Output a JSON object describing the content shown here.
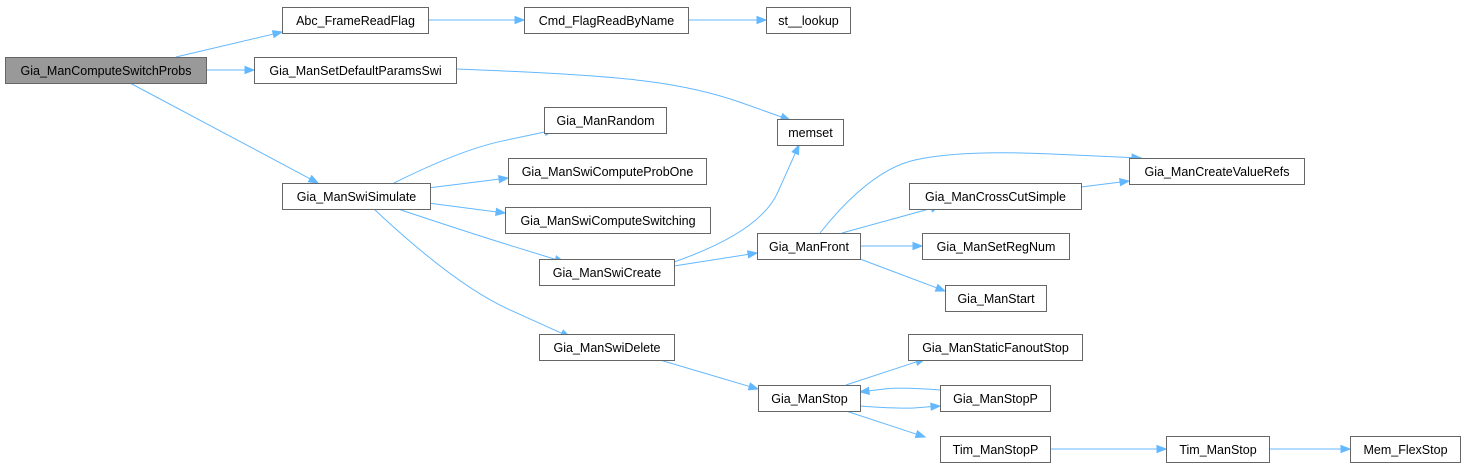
{
  "graph": {
    "root": "Gia_ManComputeSwitchProbs",
    "edge_color": "#63b8ff",
    "root_fill": "#999999",
    "nodes": [
      {
        "id": "Gia_ManComputeSwitchProbs",
        "label": "Gia_ManComputeSwitchProbs"
      },
      {
        "id": "Abc_FrameReadFlag",
        "label": "Abc_FrameReadFlag"
      },
      {
        "id": "Gia_ManSetDefaultParamsSwi",
        "label": "Gia_ManSetDefaultParamsSwi"
      },
      {
        "id": "Gia_ManSwiSimulate",
        "label": "Gia_ManSwiSimulate"
      },
      {
        "id": "Cmd_FlagReadByName",
        "label": "Cmd_FlagReadByName"
      },
      {
        "id": "st__lookup",
        "label": "st__lookup"
      },
      {
        "id": "memset",
        "label": "memset"
      },
      {
        "id": "Gia_ManRandom",
        "label": "Gia_ManRandom"
      },
      {
        "id": "Gia_ManSwiComputeProbOne",
        "label": "Gia_ManSwiComputeProbOne"
      },
      {
        "id": "Gia_ManSwiComputeSwitching",
        "label": "Gia_ManSwiComputeSwitching"
      },
      {
        "id": "Gia_ManSwiCreate",
        "label": "Gia_ManSwiCreate"
      },
      {
        "id": "Gia_ManSwiDelete",
        "label": "Gia_ManSwiDelete"
      },
      {
        "id": "Gia_ManFront",
        "label": "Gia_ManFront"
      },
      {
        "id": "Gia_ManStop",
        "label": "Gia_ManStop"
      },
      {
        "id": "Gia_ManCreateValueRefs",
        "label": "Gia_ManCreateValueRefs"
      },
      {
        "id": "Gia_ManCrossCutSimple",
        "label": "Gia_ManCrossCutSimple"
      },
      {
        "id": "Gia_ManSetRegNum",
        "label": "Gia_ManSetRegNum"
      },
      {
        "id": "Gia_ManStart",
        "label": "Gia_ManStart"
      },
      {
        "id": "Gia_ManStaticFanoutStop",
        "label": "Gia_ManStaticFanoutStop"
      },
      {
        "id": "Gia_ManStopP",
        "label": "Gia_ManStopP"
      },
      {
        "id": "Tim_ManStopP",
        "label": "Tim_ManStopP"
      },
      {
        "id": "Tim_ManStop",
        "label": "Tim_ManStop"
      },
      {
        "id": "Mem_FlexStop",
        "label": "Mem_FlexStop"
      }
    ],
    "edges": [
      {
        "from": "Gia_ManComputeSwitchProbs",
        "to": "Abc_FrameReadFlag"
      },
      {
        "from": "Gia_ManComputeSwitchProbs",
        "to": "Gia_ManSetDefaultParamsSwi"
      },
      {
        "from": "Gia_ManComputeSwitchProbs",
        "to": "Gia_ManSwiSimulate"
      },
      {
        "from": "Abc_FrameReadFlag",
        "to": "Cmd_FlagReadByName"
      },
      {
        "from": "Cmd_FlagReadByName",
        "to": "st__lookup"
      },
      {
        "from": "Gia_ManSetDefaultParamsSwi",
        "to": "memset"
      },
      {
        "from": "Gia_ManSwiSimulate",
        "to": "Gia_ManRandom"
      },
      {
        "from": "Gia_ManSwiSimulate",
        "to": "Gia_ManSwiComputeProbOne"
      },
      {
        "from": "Gia_ManSwiSimulate",
        "to": "Gia_ManSwiComputeSwitching"
      },
      {
        "from": "Gia_ManSwiSimulate",
        "to": "Gia_ManSwiCreate"
      },
      {
        "from": "Gia_ManSwiSimulate",
        "to": "Gia_ManSwiDelete"
      },
      {
        "from": "Gia_ManSwiCreate",
        "to": "memset"
      },
      {
        "from": "Gia_ManSwiCreate",
        "to": "Gia_ManFront"
      },
      {
        "from": "Gia_ManFront",
        "to": "Gia_ManCreateValueRefs"
      },
      {
        "from": "Gia_ManFront",
        "to": "Gia_ManCrossCutSimple"
      },
      {
        "from": "Gia_ManFront",
        "to": "Gia_ManSetRegNum"
      },
      {
        "from": "Gia_ManFront",
        "to": "Gia_ManStart"
      },
      {
        "from": "Gia_ManCrossCutSimple",
        "to": "Gia_ManCreateValueRefs"
      },
      {
        "from": "Gia_ManSwiDelete",
        "to": "Gia_ManStop"
      },
      {
        "from": "Gia_ManStop",
        "to": "Gia_ManStaticFanoutStop"
      },
      {
        "from": "Gia_ManStop",
        "to": "Gia_ManStopP"
      },
      {
        "from": "Gia_ManStopP",
        "to": "Gia_ManStop"
      },
      {
        "from": "Gia_ManStop",
        "to": "Tim_ManStopP"
      },
      {
        "from": "Tim_ManStopP",
        "to": "Tim_ManStop"
      },
      {
        "from": "Tim_ManStop",
        "to": "Mem_FlexStop"
      }
    ]
  }
}
